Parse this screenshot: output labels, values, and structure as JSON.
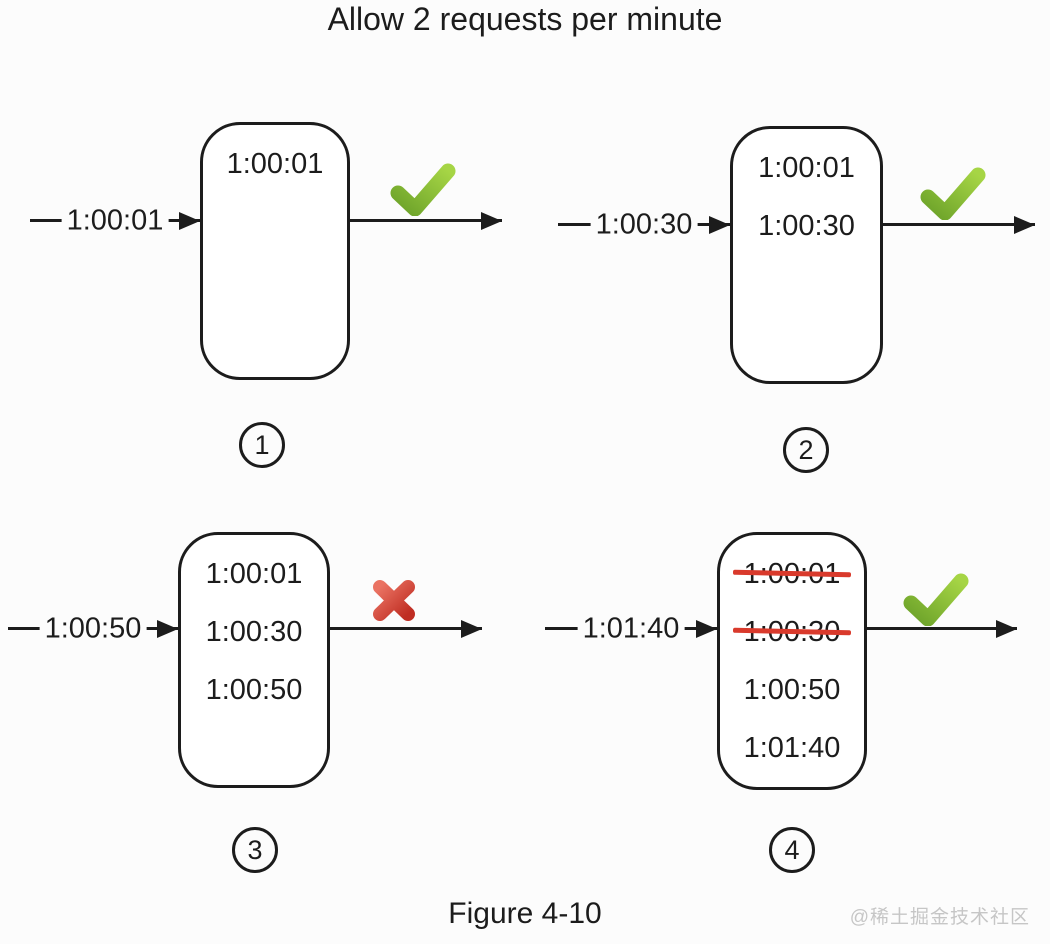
{
  "title": "Allow 2 requests per minute",
  "caption": "Figure 4-10",
  "watermark": "@稀土掘金技术社区",
  "colors": {
    "line": "#1c1c1c",
    "check_gradient_dark": "#6da32a",
    "check_gradient_light": "#a6d545",
    "cross_gradient_light": "#ea7262",
    "cross_gradient_dark": "#bf2d22",
    "strikethrough": "#d93a2c",
    "watermark": "#c6c6c6",
    "background": "#fcfcfc"
  },
  "panels": [
    {
      "number": "1",
      "incoming_label": "1:00:01",
      "entries": [
        {
          "time": "1:00:01",
          "struck": false
        }
      ],
      "result": "allowed",
      "result_icon": "check-icon"
    },
    {
      "number": "2",
      "incoming_label": "1:00:30",
      "entries": [
        {
          "time": "1:00:01",
          "struck": false
        },
        {
          "time": "1:00:30",
          "struck": false
        }
      ],
      "result": "allowed",
      "result_icon": "check-icon"
    },
    {
      "number": "3",
      "incoming_label": "1:00:50",
      "entries": [
        {
          "time": "1:00:01",
          "struck": false
        },
        {
          "time": "1:00:30",
          "struck": false
        },
        {
          "time": "1:00:50",
          "struck": false
        }
      ],
      "result": "rejected",
      "result_icon": "cross-icon"
    },
    {
      "number": "4",
      "incoming_label": "1:01:40",
      "entries": [
        {
          "time": "1:00:01",
          "struck": true
        },
        {
          "time": "1:00:30",
          "struck": true
        },
        {
          "time": "1:00:50",
          "struck": false
        },
        {
          "time": "1:01:40",
          "struck": false
        }
      ],
      "result": "allowed",
      "result_icon": "check-icon"
    }
  ]
}
